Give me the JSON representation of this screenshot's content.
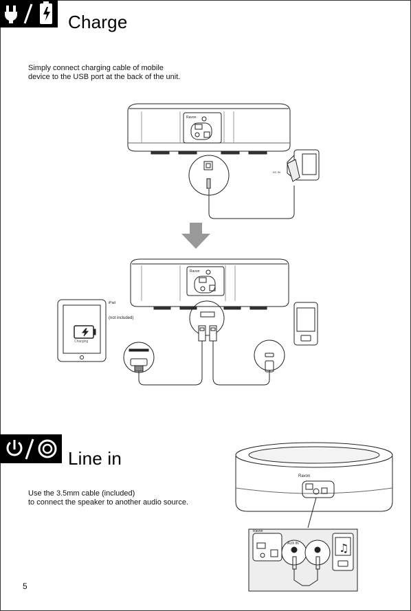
{
  "charge": {
    "title": "Charge",
    "icon_names": [
      "plug-icon",
      "slash",
      "battery-bolt-icon"
    ],
    "desc_lines": [
      "Simply connect charging cable of mobile",
      "device to the USB port at the back of the unit."
    ]
  },
  "diagram": {
    "brand": "Ravon",
    "ipad_label": "iPad",
    "ipad_note": "(not included)",
    "charging_text": "Charging",
    "outlet_label": "DC IN"
  },
  "linein": {
    "title": "Line in",
    "icon_names": [
      "power-icon",
      "slash",
      "target-icon"
    ],
    "desc_lines": [
      "Use the 3.5mm cable (included)",
      "to connect the speaker to another audio source."
    ],
    "aux_label": "AUX IN"
  },
  "page_number": "5"
}
